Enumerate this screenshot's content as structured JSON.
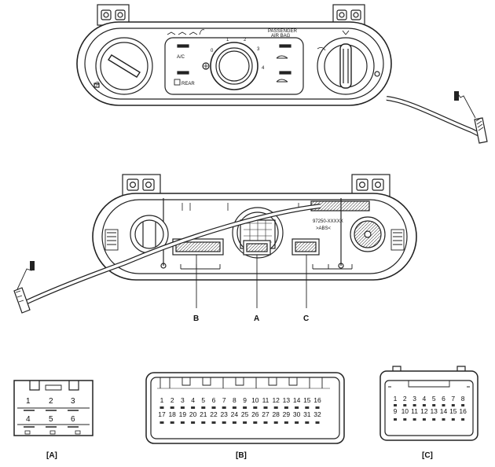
{
  "front_panel": {
    "recirc_mark": "∅",
    "ac_label": "A/C",
    "rear_label": "REAR",
    "passenger_airbag_line1": "PASSENGER",
    "passenger_airbag_line2": "AIR BAG",
    "fan_speeds": [
      "0",
      "1",
      "2",
      "3",
      "4"
    ]
  },
  "rear_panel": {
    "part_number": "97250-XXXXX",
    "material_code": ">ABS<"
  },
  "callouts": {
    "b": "B",
    "a": "A",
    "c": "C"
  },
  "connectors": {
    "a": {
      "caption": "[A]",
      "pins_top": [
        "1",
        "2",
        "3"
      ],
      "pins_bottom": [
        "4",
        "5",
        "6"
      ]
    },
    "b": {
      "caption": "[B]",
      "pins_top": [
        "1",
        "2",
        "3",
        "4",
        "5",
        "6",
        "7",
        "8",
        "9",
        "10",
        "11",
        "12",
        "13",
        "14",
        "15",
        "16"
      ],
      "pins_bottom": [
        "17",
        "18",
        "19",
        "20",
        "21",
        "22",
        "23",
        "24",
        "25",
        "26",
        "27",
        "28",
        "29",
        "30",
        "31",
        "32"
      ]
    },
    "c": {
      "caption": "[C]",
      "pins_top": [
        "1",
        "2",
        "3",
        "4",
        "5",
        "6",
        "7",
        "8"
      ],
      "pins_bottom": [
        "9",
        "10",
        "11",
        "12",
        "13",
        "14",
        "15",
        "16"
      ]
    }
  }
}
